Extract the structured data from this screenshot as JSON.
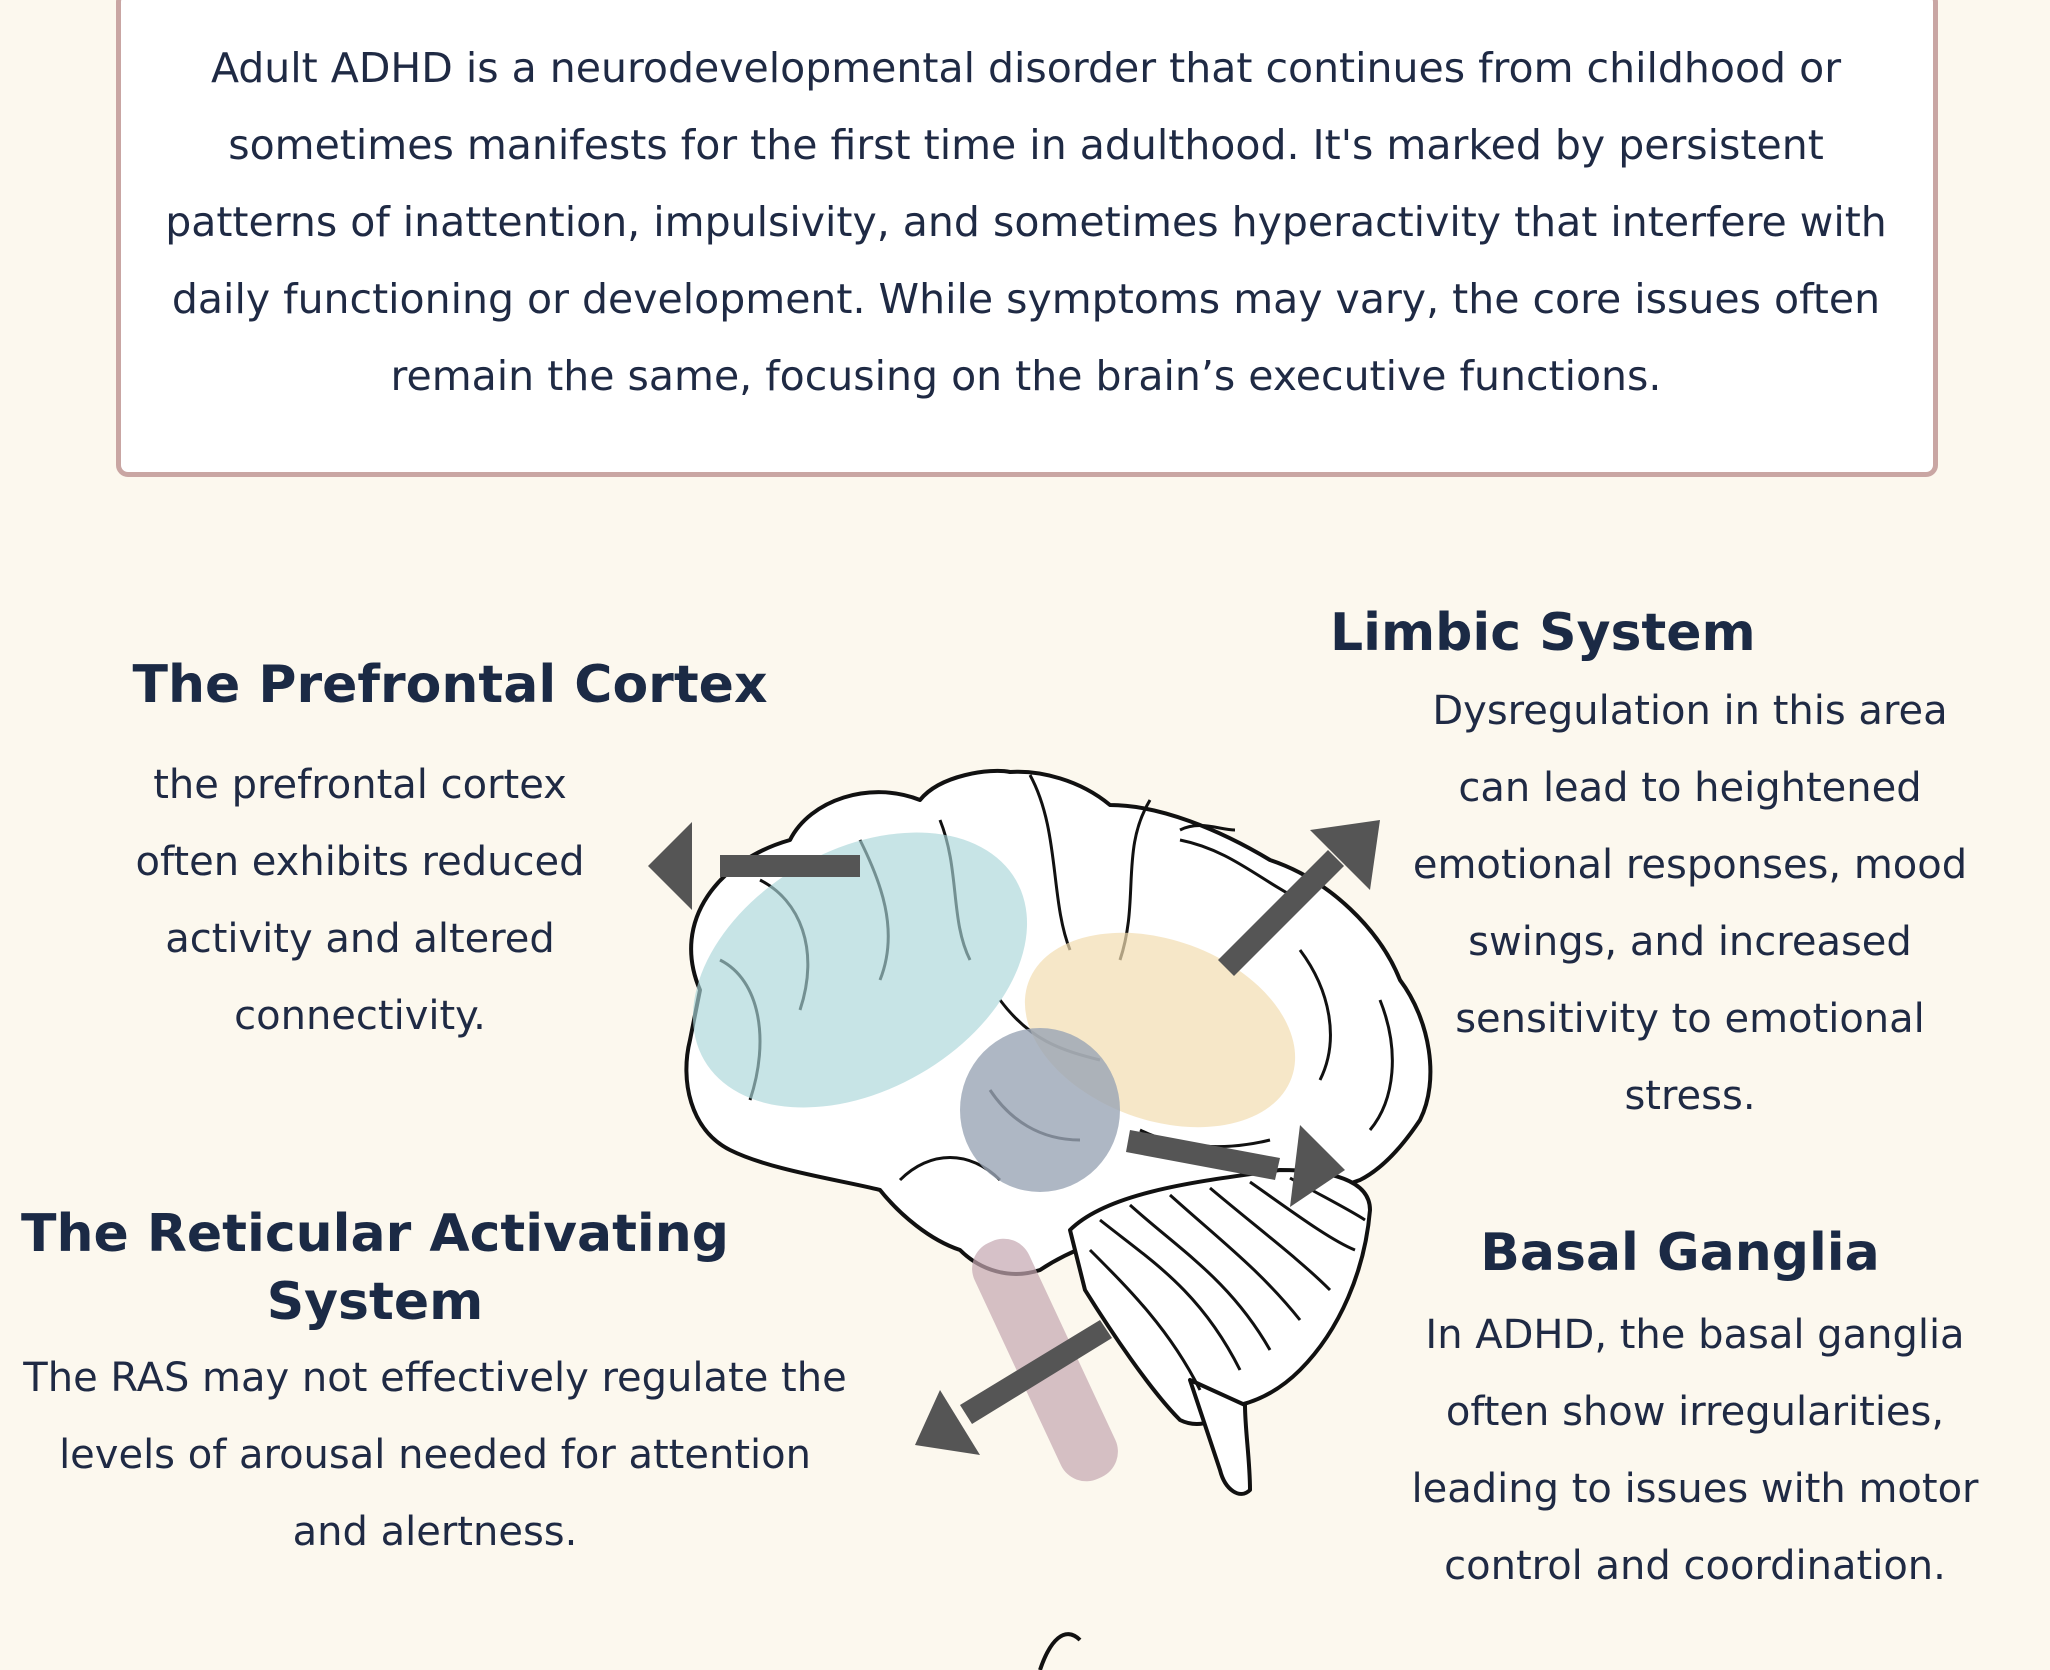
{
  "intro": {
    "text": "Adult ADHD is a neurodevelopmental disorder that continues from childhood or sometimes manifests for the first time in adulthood. It's marked by persistent patterns of inattention, impulsivity, and sometimes hyperactivity that interfere with daily functioning or development. While symptoms may vary, the core issues often remain the same, focusing on the brain’s executive functions."
  },
  "regions": {
    "prefrontal": {
      "title": "The Prefrontal Cortex",
      "description": "the prefrontal cortex often exhibits reduced activity and altered connectivity."
    },
    "limbic": {
      "title": "Limbic System",
      "description": "Dysregulation in this area can lead to heightened emotional responses, mood swings, and increased sensitivity to emotional stress."
    },
    "ras": {
      "title": "The Reticular Activating System",
      "description": "The RAS may not effectively regulate the levels of arousal needed for attention and alertness."
    },
    "basal": {
      "title": "Basal Ganglia",
      "description": "In ADHD, the basal ganglia often show irregularities, leading to issues with motor control and coordination."
    }
  },
  "colors": {
    "background": "#fcf8ee",
    "text": "#1f2a44",
    "box_border": "#c9a6a3",
    "arrow": "#555555",
    "prefrontal_highlight": "#a9d6d8",
    "limbic_highlight": "#f2ddb0",
    "basal_highlight": "#9aa5b5",
    "ras_highlight": "#c5a6b0"
  }
}
